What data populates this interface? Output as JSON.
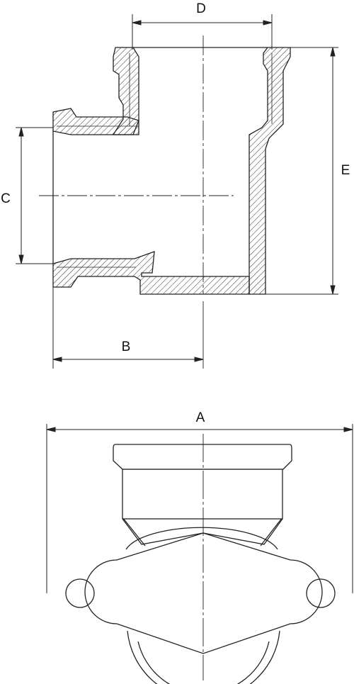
{
  "labels": {
    "A": "A",
    "B": "B",
    "C": "C",
    "D": "D",
    "E": "E"
  },
  "colors": {
    "stroke": "#222222",
    "hatch": "#333333",
    "background": "#ffffff"
  }
}
